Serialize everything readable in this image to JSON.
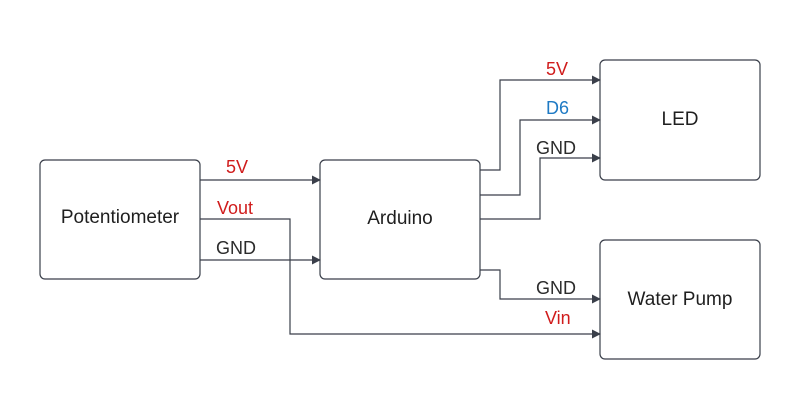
{
  "colors": {
    "line": "#3a3f4a",
    "red": "#d01c1c",
    "blue": "#1f7ac4",
    "dark": "#2b2b2b"
  },
  "blocks": {
    "potentiometer": "Potentiometer",
    "arduino": "Arduino",
    "led": "LED",
    "water_pump": "Water Pump"
  },
  "wires": {
    "pot_5v": "5V",
    "pot_vout": "Vout",
    "pot_gnd": "GND",
    "led_5v": "5V",
    "led_d6": "D6",
    "led_gnd": "GND",
    "pump_gnd": "GND",
    "pump_vin": "Vin"
  }
}
